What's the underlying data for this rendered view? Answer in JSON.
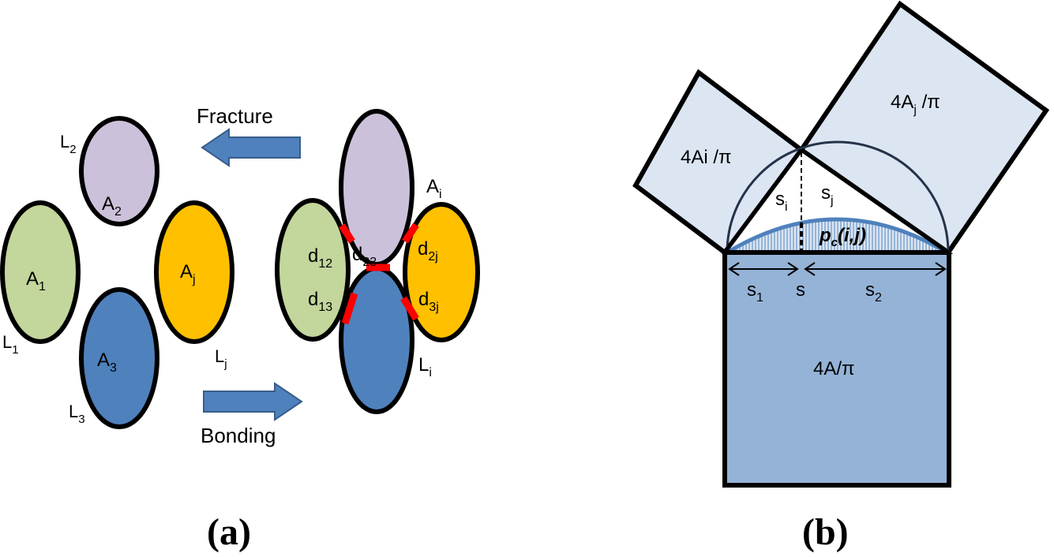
{
  "panel_a": {
    "caption": "(a)",
    "fracture_label": "Fracture",
    "bonding_label": "Bonding",
    "particles_left": {
      "a1": {
        "base": "A",
        "sub": "1"
      },
      "a2": {
        "base": "A",
        "sub": "2"
      },
      "a3": {
        "base": "A",
        "sub": "3"
      },
      "aj": {
        "base": "A",
        "sub": "j"
      }
    },
    "perimeters_left": {
      "l1": {
        "base": "L",
        "sub": "1"
      },
      "l2": {
        "base": "L",
        "sub": "2"
      },
      "l3": {
        "base": "L",
        "sub": "3"
      },
      "lj": {
        "base": "L",
        "sub": "j"
      }
    },
    "bonded": {
      "ai": {
        "base": "A",
        "sub": "i"
      },
      "li": {
        "base": "L",
        "sub": "i"
      },
      "d12": {
        "base": "d",
        "sub": "12"
      },
      "d13": {
        "base": "d",
        "sub": "13"
      },
      "d23": {
        "base": "d",
        "sub": "23"
      },
      "d2j": {
        "base": "d",
        "sub": "2j"
      },
      "d3j": {
        "base": "d",
        "sub": "3j"
      }
    }
  },
  "panel_b": {
    "caption": "(b)",
    "square_i": "4Ai /π",
    "square_j": {
      "base": "4A",
      "sub": "j",
      "tail": " /π"
    },
    "square_main": "4A/π",
    "si": {
      "base": "s",
      "sub": "i"
    },
    "sj": {
      "base": "s",
      "sub": "j"
    },
    "s1": {
      "base": "s",
      "sub": "1"
    },
    "s2": {
      "base": "s",
      "sub": "2"
    },
    "s": "s",
    "pc": {
      "base": "p",
      "sub": "c",
      "tail": "(i,j)"
    }
  },
  "colors": {
    "lilac": "#ccc1da",
    "green": "#c3d69b",
    "orange": "#ffc000",
    "blue": "#4f81bd",
    "arrow": "#4f81bd",
    "bond": "#ff0000",
    "square_light": "#dce6f2",
    "square_main": "#95b3d7",
    "overlap_line": "#4f81bd"
  }
}
